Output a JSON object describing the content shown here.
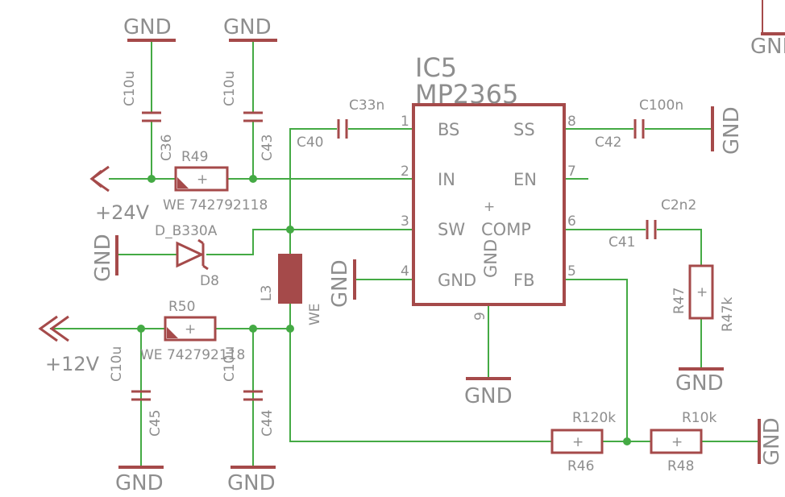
{
  "ic": {
    "name": "IC5",
    "part": "MP2365",
    "center_mark": "+",
    "pins": {
      "bs": {
        "num": "1",
        "label": "BS"
      },
      "in": {
        "num": "2",
        "label": "IN"
      },
      "sw": {
        "num": "3",
        "label": "SW"
      },
      "gnd": {
        "num": "4",
        "label": "GND"
      },
      "fb": {
        "num": "5",
        "label": "FB"
      },
      "comp": {
        "num": "6",
        "label": "COMP"
      },
      "en": {
        "num": "7",
        "label": "EN"
      },
      "ss": {
        "num": "8",
        "label": "SS"
      },
      "pad": {
        "num": "9",
        "label": "GND"
      }
    }
  },
  "gnd_label": "GND",
  "rails": {
    "v24": "+24V",
    "v12": "+12V"
  },
  "resistor_mark": "+",
  "components": {
    "c36": {
      "name": "C36",
      "value": "C10u"
    },
    "c43": {
      "name": "C43",
      "value": "C10u"
    },
    "c45": {
      "name": "C45",
      "value": "C10u"
    },
    "c44": {
      "name": "C44",
      "value": "C10u"
    },
    "c40": {
      "name": "C40",
      "value": "C33n"
    },
    "c42": {
      "name": "C42",
      "value": "C100n"
    },
    "c41": {
      "name": "C41",
      "value": "C2n2"
    },
    "r49": {
      "name": "R49",
      "value": "WE 742792118"
    },
    "r50": {
      "name": "R50",
      "value": "WE 742792118"
    },
    "r47": {
      "name": "R47",
      "value": "R47k"
    },
    "r46": {
      "name": "R46",
      "value": "R120k"
    },
    "r48": {
      "name": "R48",
      "value": "R10k"
    },
    "d8": {
      "name": "D8",
      "value": "D_B330A"
    },
    "l3": {
      "name": "L3",
      "value": "WE"
    }
  },
  "colors": {
    "wire": "#44aa44",
    "part": "#a54a4a",
    "text": "#8e8e8e"
  }
}
